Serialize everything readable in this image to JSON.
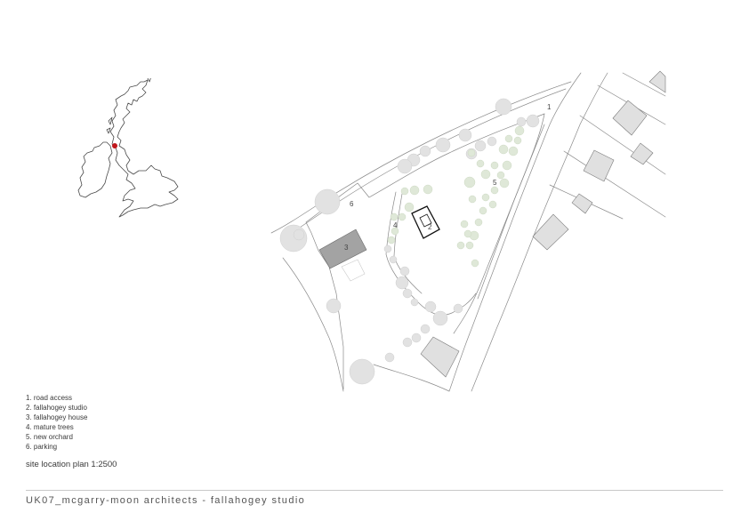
{
  "legend": {
    "items": [
      "1. road access",
      "2. fallahogey studio",
      "3. fallahogey house",
      "4. mature trees",
      "5. new orchard",
      "6. parking"
    ]
  },
  "scale_label": "site location plan 1:2500",
  "footer": {
    "title": "UK07_mcgarry-moon architects - fallahogey studio"
  },
  "plan_labels": {
    "road": "1",
    "studio": "2",
    "house": "3",
    "trees": "4",
    "orchard": "5",
    "parking": "6"
  },
  "colors": {
    "location_marker": "#c0161b",
    "mature_trees": "#e2e2e2",
    "orchard_trees": "#dfe8d8",
    "house_fill": "#a3a3a3",
    "line": "#8a8a8a"
  }
}
